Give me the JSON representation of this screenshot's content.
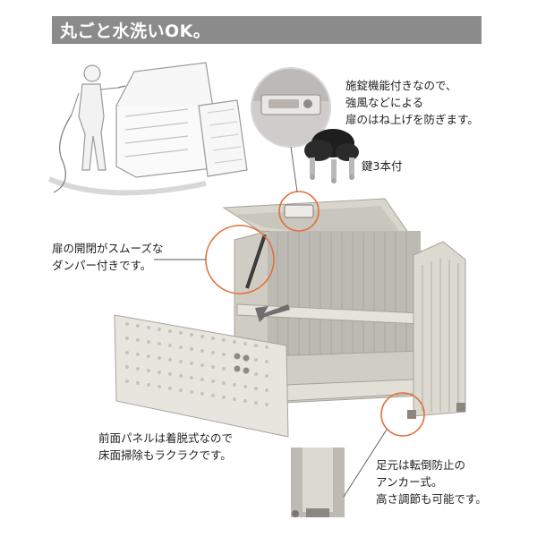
{
  "banner": {
    "title": "丸ごと水洗いOK。"
  },
  "callouts": {
    "lock": "施錠機能付きなので、\n強風などによる\n扉のはね上げを防ぎます。",
    "keys": "鍵3本付",
    "damper": "扉の開閉がスムーズな\nダンパー付きです。",
    "panel": "前面パネルは着脱式なので\n床面掃除もラクラクです。",
    "anchor": "足元は転倒防止の\nアンカー式。\n高さ調節も可能です。"
  },
  "colors": {
    "banner": "#8b8b8b",
    "accent": "#e0703c",
    "cabinet": "#d9d6cc",
    "interior": "#b7b5ae"
  }
}
